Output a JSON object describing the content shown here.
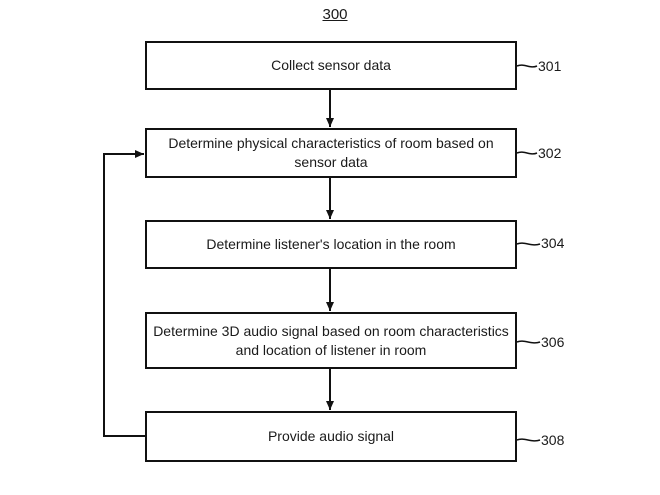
{
  "figure": {
    "number": "300"
  },
  "steps": [
    {
      "id": "301",
      "text": "Collect sensor data"
    },
    {
      "id": "302",
      "text": "Determine physical characteristics of room based on sensor data"
    },
    {
      "id": "304",
      "text": "Determine listener's location in the room"
    },
    {
      "id": "306",
      "text": "Determine 3D audio signal based on room characteristics and location of listener in room"
    },
    {
      "id": "308",
      "text": "Provide audio signal"
    }
  ]
}
